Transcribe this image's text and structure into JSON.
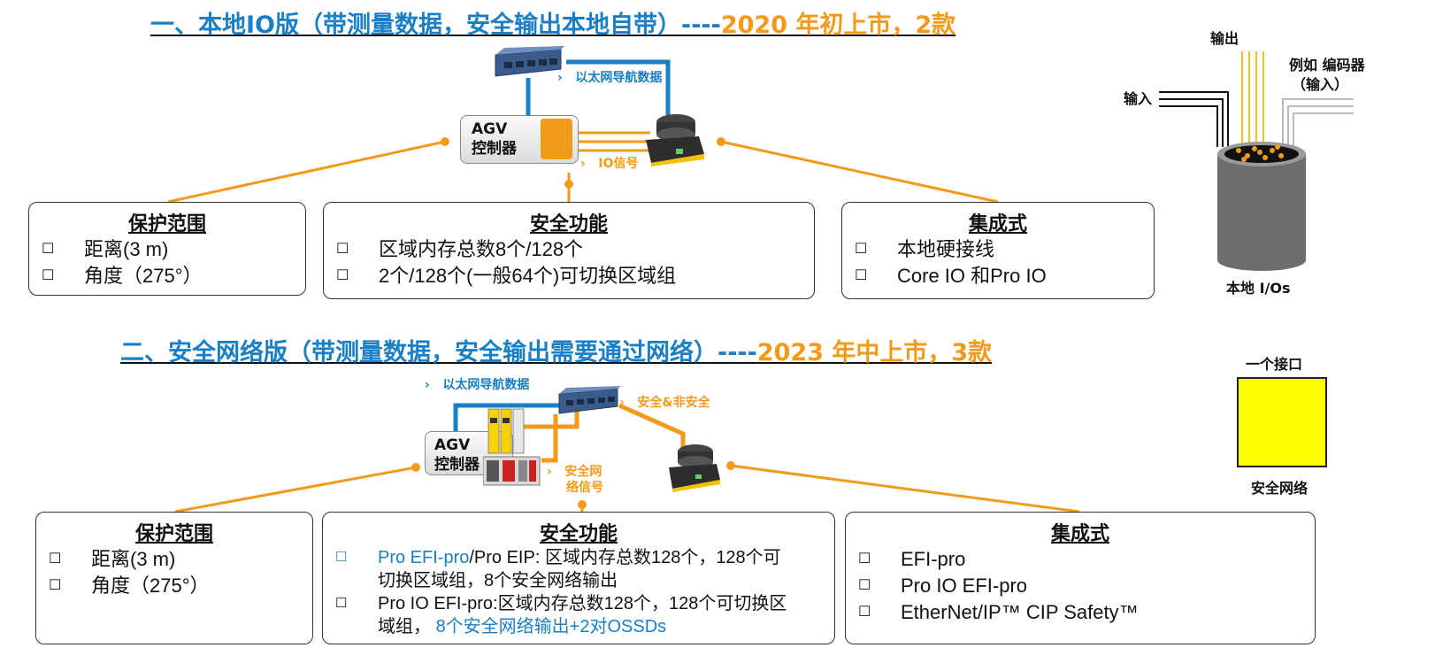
{
  "section1": {
    "title_blue": "一、本地IO版（带测量数据，安全输出本地自带）----",
    "title_orange": "2020 年初上市，2款",
    "eth_label": "以太网导航数据",
    "io_label": "IO信号",
    "agv_line1": "AGV",
    "agv_line2": "控制器",
    "boxes": {
      "protect": {
        "title": "保护范围",
        "items": [
          "距离(3 m)",
          "角度（275°）"
        ]
      },
      "safety": {
        "title": "安全功能",
        "items": [
          "区域内存总数8个/128个",
          "2个/128个(一般64个)可切换区域组"
        ]
      },
      "integrate": {
        "title": "集成式",
        "items": [
          "本地硬接线",
          "Core IO 和Pro IO"
        ]
      }
    }
  },
  "section2": {
    "title_blue": "二、安全网络版（带测量数据，安全输出需要通过网络）----",
    "title_orange": "2023 年中上市，3款",
    "eth_label": "以太网导航数据",
    "safe_label": "安全&非安全",
    "net_sig_1": "安全网",
    "net_sig_2": "络信号",
    "agv_line1": "AGV",
    "agv_line2": "控制器",
    "boxes": {
      "protect": {
        "title": "保护范围",
        "items": [
          "距离(3 m)",
          "角度（275°）"
        ]
      },
      "safety": {
        "title": "安全功能",
        "item1_blue": "Pro EFI-pro",
        "item1_rest_a": "/Pro EIP: 区域内存总数128个，128个可",
        "item1_rest_b": "切换区域组，8个安全网络输出",
        "item2_a": "Pro IO EFI-pro:区域内存总数128个，128个可切换区",
        "item2_b": "域组，",
        "item2_blue": "8个安全网络输出+2对OSSDs"
      },
      "integrate": {
        "title": "集成式",
        "items": [
          "EFI-pro",
          "Pro IO EFI-pro",
          "EtherNet/IP™ CIP Safety™"
        ]
      }
    }
  },
  "side": {
    "output": "输出",
    "input": "输入",
    "encoder_1": "例如 编码器",
    "encoder_2": "（输入）",
    "local_ios": "本地 I/Os",
    "one_interface": "一个接口",
    "safety_network": "安全网络",
    "yellow": "#ffff00"
  },
  "colors": {
    "blue": "#1a7fc4",
    "orange": "#f39a1a"
  }
}
